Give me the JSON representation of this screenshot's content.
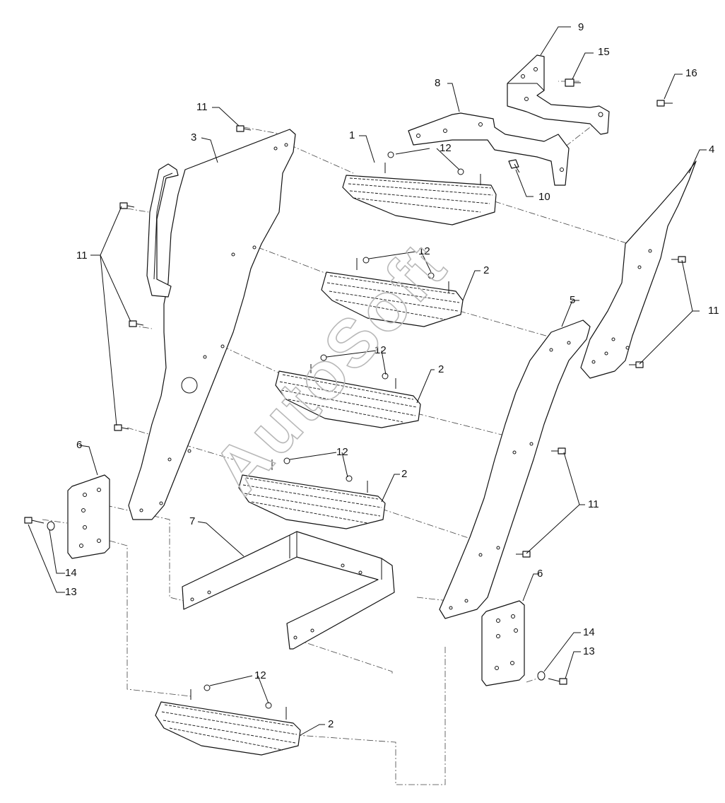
{
  "watermark": "AutoSoft",
  "labels": {
    "l1": "1",
    "l2a": "2",
    "l2b": "2",
    "l2c": "2",
    "l2d": "2",
    "l3": "3",
    "l4": "4",
    "l5": "5",
    "l6a": "6",
    "l6b": "6",
    "l7": "7",
    "l8": "8",
    "l9": "9",
    "l10": "10",
    "l11a": "11",
    "l11b": "11",
    "l11c": "11",
    "l11d": "11",
    "l12a": "12",
    "l12b": "12",
    "l12c": "12",
    "l12d": "12",
    "l12e": "12",
    "l13a": "13",
    "l13b": "13",
    "l14a": "14",
    "l14b": "14",
    "l15": "15",
    "l16": "16"
  }
}
